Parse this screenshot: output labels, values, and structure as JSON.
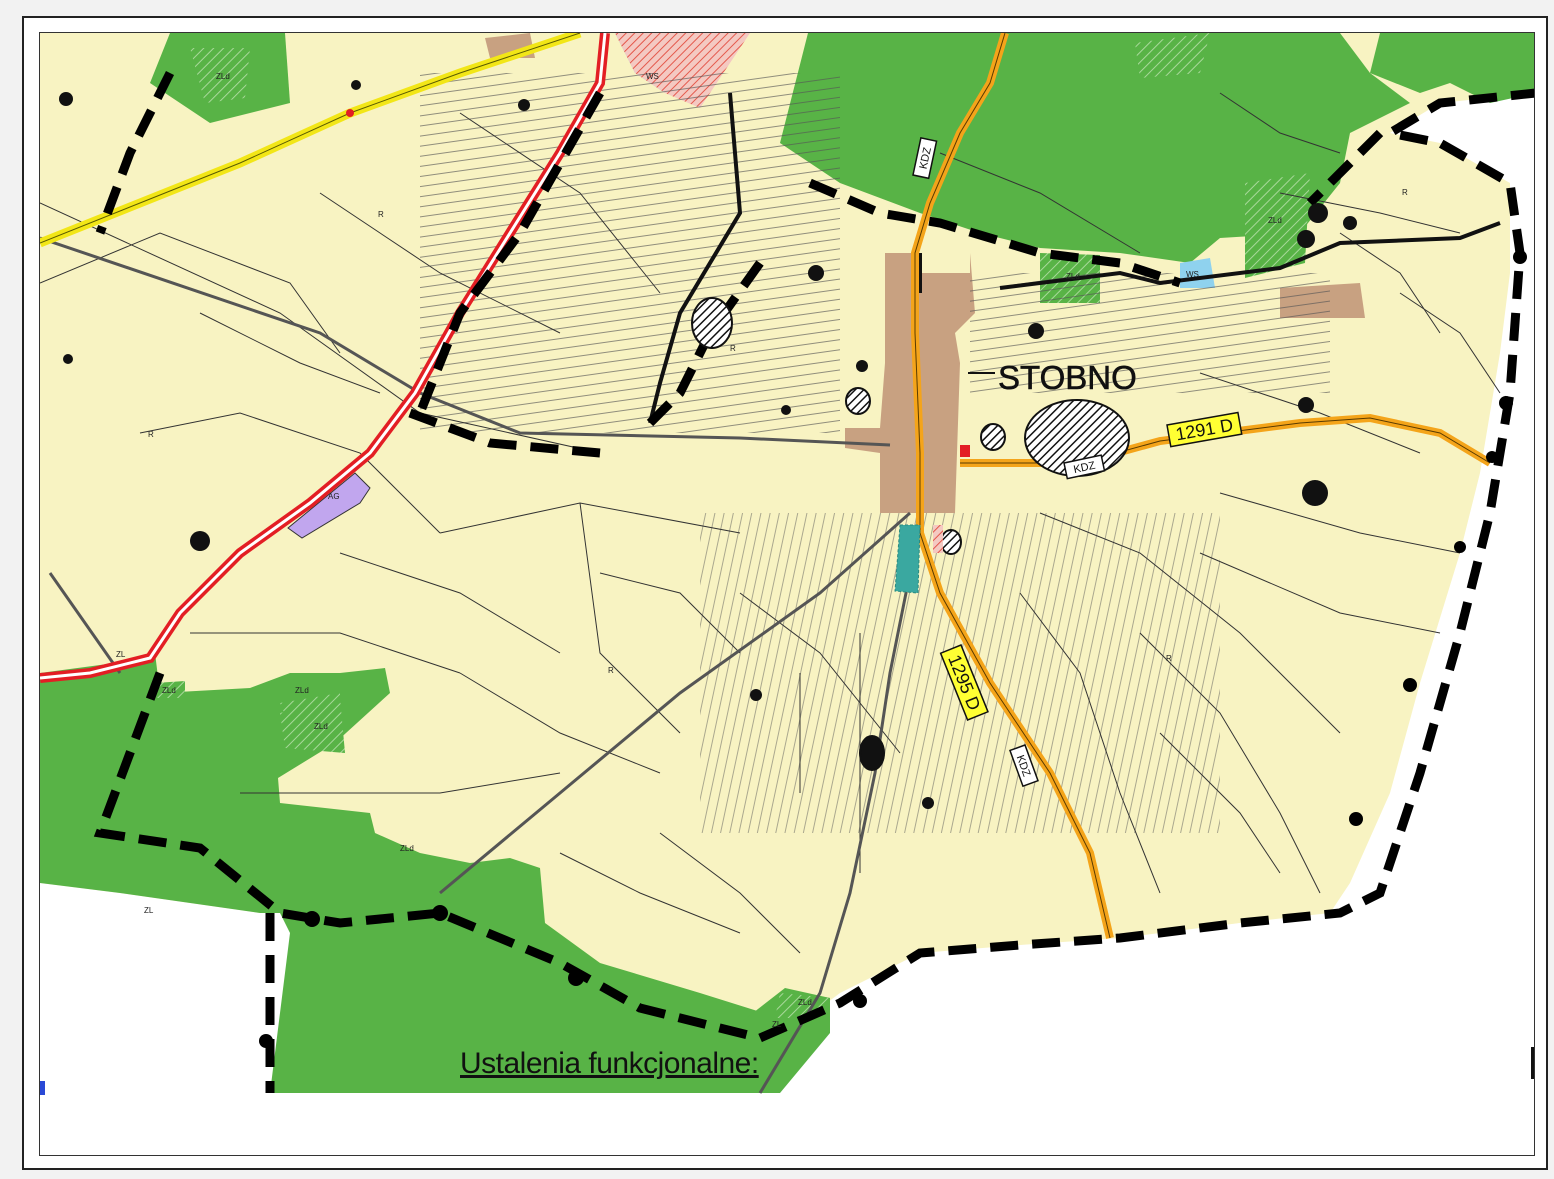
{
  "map": {
    "town_label": "STOBNO",
    "legend_heading": "Ustalenia funkcjonalne:",
    "road_badges": [
      {
        "id": "1291d",
        "text": "1291 D",
        "color": "#ffff33"
      },
      {
        "id": "1295d",
        "text": "1295 D",
        "color": "#ffff33"
      }
    ],
    "road_class_tags": [
      {
        "id": "kdz-north",
        "text": "KDZ"
      },
      {
        "id": "kdz-east",
        "text": "KDZ"
      },
      {
        "id": "kdz-south",
        "text": "KDZ"
      }
    ],
    "zone_labels": {
      "forest": "ZL",
      "forest_planned": "ZLd",
      "water": "WS",
      "agriculture": "R",
      "special": "AG"
    },
    "colors": {
      "agriculture": "#f8f3c2",
      "forest": "#58b346",
      "water": "#8fd2ee",
      "settlement": "#c8a181",
      "voivodeship_road": "#f4a41a",
      "national_road": "#e31e24",
      "regional_road": "#f2e617",
      "special_zone": "#c1a6ee"
    }
  }
}
